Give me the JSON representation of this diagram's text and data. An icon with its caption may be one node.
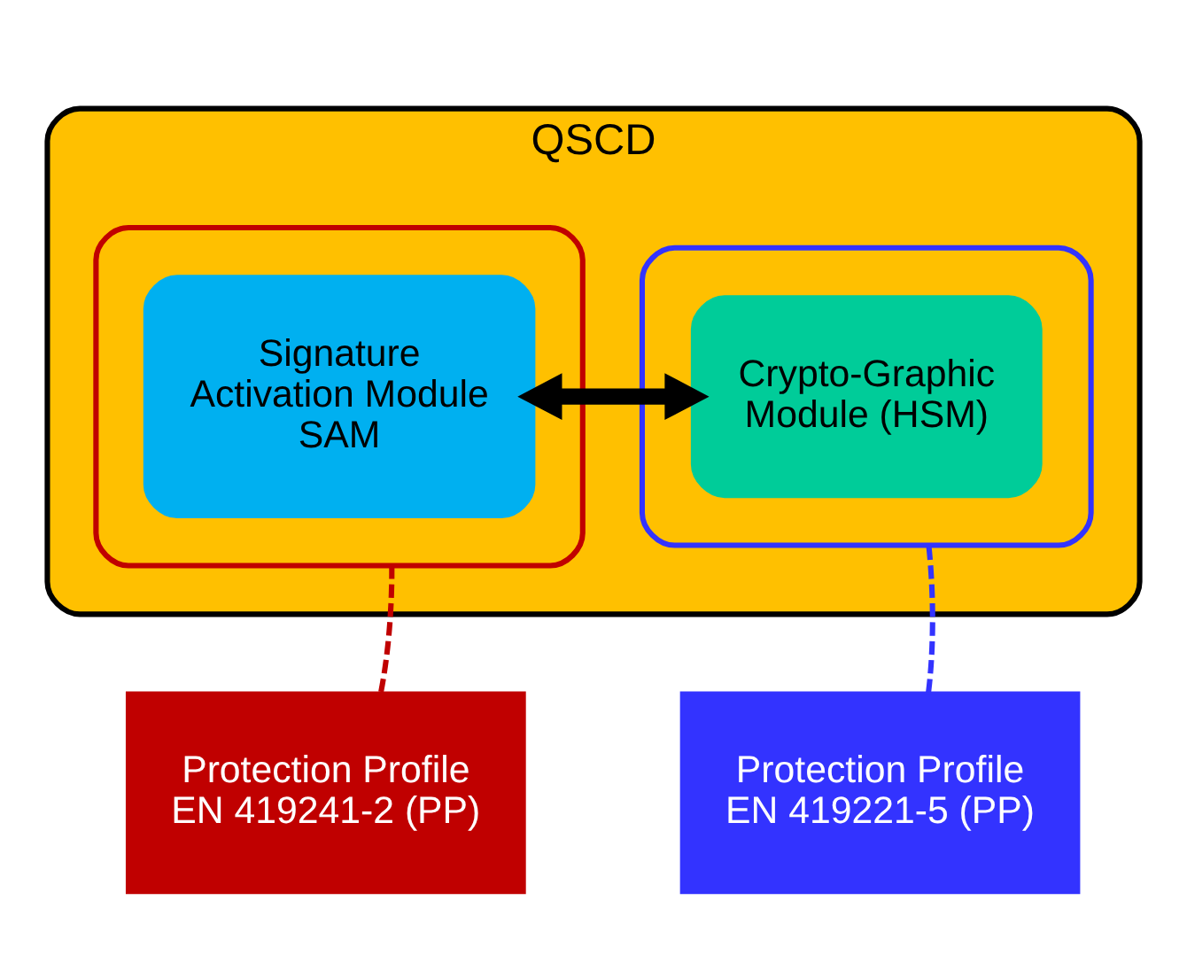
{
  "diagram": {
    "nodes": [
      {
        "text": [
          "QSCD"
        ]
      },
      {
        "text": [],
        "shape": "box",
        "in": 0
      },
      {
        "text": [
          "Signature Activation Module SAM"
        ],
        "in": 1
      },
      {
        "text": [],
        "shape": "box",
        "in": 0
      },
      {
        "text": [
          "Crypto-Graphic Module (HSM)"
        ],
        "in": 3
      },
      {
        "text": [
          "Protection Profile EN 419241-2 (PP)"
        ]
      },
      {
        "text": [
          "Protection Profile EN 419221-5 (PP)"
        ]
      }
    ],
    "edges": [
      {
        "from": 2,
        "to": 4,
        "arrow": "both",
        "style": "thick"
      },
      {
        "from": 5,
        "to": 1,
        "arrow": "none",
        "style": "dashed",
        "color": "#c00000"
      },
      {
        "from": 6,
        "to": 3,
        "arrow": "none",
        "style": "dashed",
        "color": "#3333ff"
      }
    ]
  }
}
